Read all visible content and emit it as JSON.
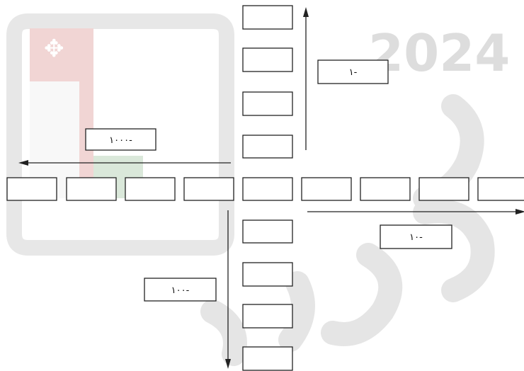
{
  "diagram": {
    "labels": {
      "up": "١-",
      "left": "١٠٠٠-",
      "right": "١٠-",
      "down": "١٠٠-"
    },
    "watermark": {
      "year": "2024",
      "colors": {
        "red": "#e6b4b2",
        "green": "#bcd7bc",
        "gray": "#c2c2c2"
      }
    }
  }
}
